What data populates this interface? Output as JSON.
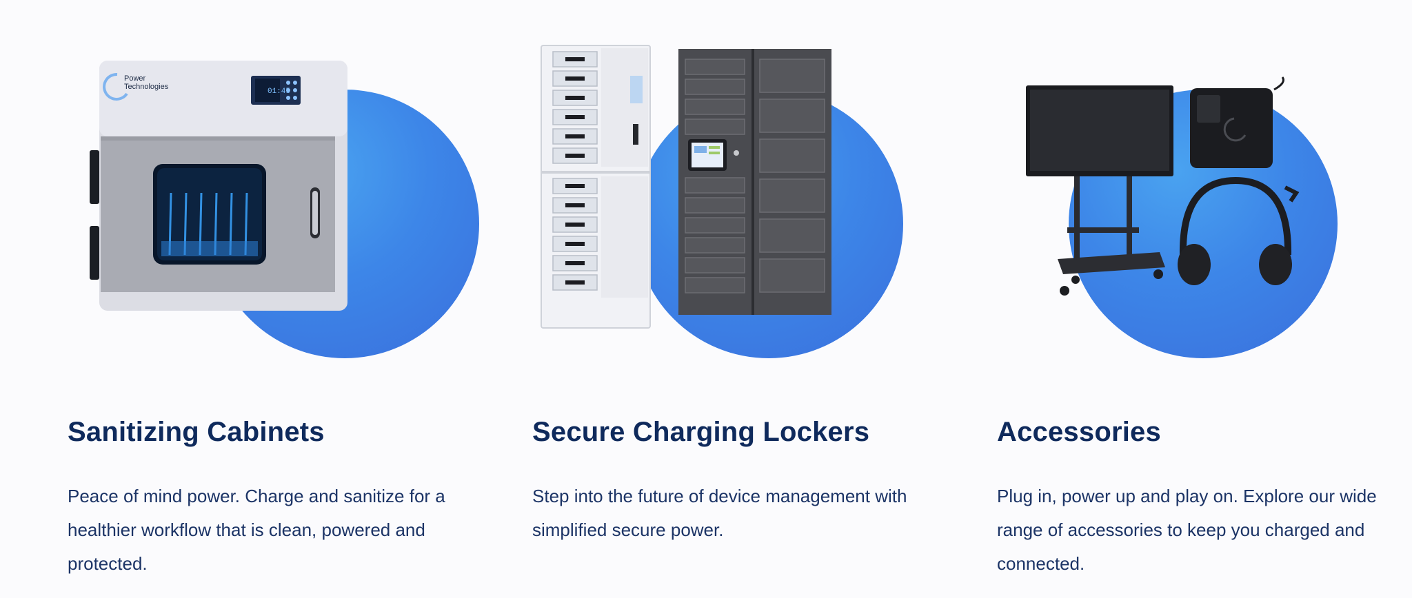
{
  "cards": [
    {
      "title": "Sanitizing Cabinets",
      "description": "Peace of mind power. Charge and sanitize for a healthier workflow that is clean, powered and protected.",
      "device_display": "01:45",
      "logo_text": [
        "Power",
        "Technologies"
      ]
    },
    {
      "title": "Secure Charging Lockers",
      "description": "Step into the future of device management with simplified secure power."
    },
    {
      "title": "Accessories",
      "description": "Plug in, power up and play on. Explore our wide range of accessories to keep you charged and connected."
    }
  ],
  "colors": {
    "accent_blue": "#3d86e8",
    "heading": "#0f2a5c",
    "body_text": "#1c3466",
    "background": "#fbfbfd"
  }
}
